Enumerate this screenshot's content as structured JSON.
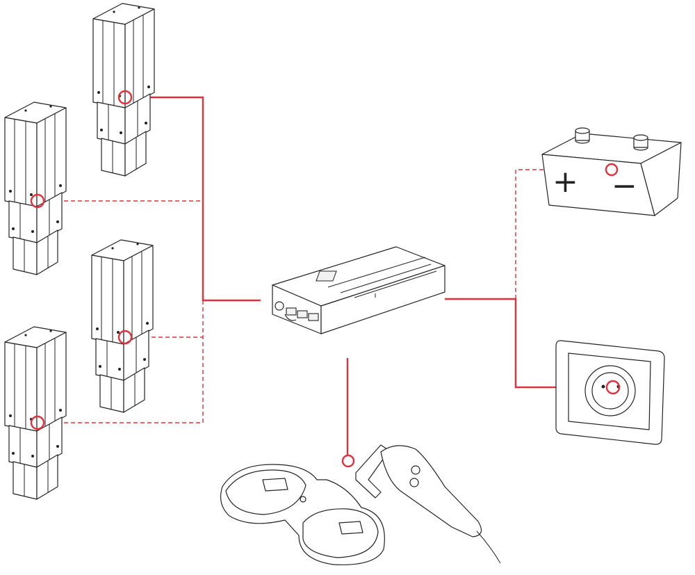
{
  "colors": {
    "wire": "#e0303c",
    "outline": "#222222",
    "background": "#ffffff"
  },
  "legend": {
    "solid_line": "",
    "dashed_line": ""
  },
  "components": [
    {
      "id": "lifting-column",
      "count": 4,
      "icon": "lifting-column-icon"
    },
    {
      "id": "control-box",
      "count": 1,
      "icon": "control-box-icon"
    },
    {
      "id": "battery",
      "count": 1,
      "icon": "battery-icon"
    },
    {
      "id": "wall-socket",
      "count": 1,
      "icon": "wall-socket-icon"
    },
    {
      "id": "foot-switch",
      "count": 1,
      "icon": "foot-switch-icon"
    },
    {
      "id": "hand-switch",
      "count": 1,
      "icon": "hand-switch-icon"
    }
  ],
  "connections": [
    {
      "from": "lifting-column-1",
      "to": "control-box",
      "style": "solid"
    },
    {
      "from": "lifting-column-2",
      "to": "control-box",
      "style": "dashed"
    },
    {
      "from": "lifting-column-3",
      "to": "control-box",
      "style": "dashed"
    },
    {
      "from": "lifting-column-4",
      "to": "control-box",
      "style": "dashed"
    },
    {
      "from": "control-box",
      "to": "wall-socket",
      "style": "solid"
    },
    {
      "from": "control-box",
      "to": "battery",
      "style": "dashed"
    },
    {
      "from": "control-box",
      "to": "hand-switch",
      "style": "solid"
    }
  ],
  "battery": {
    "plus_symbol": "+",
    "minus_symbol": "−"
  }
}
